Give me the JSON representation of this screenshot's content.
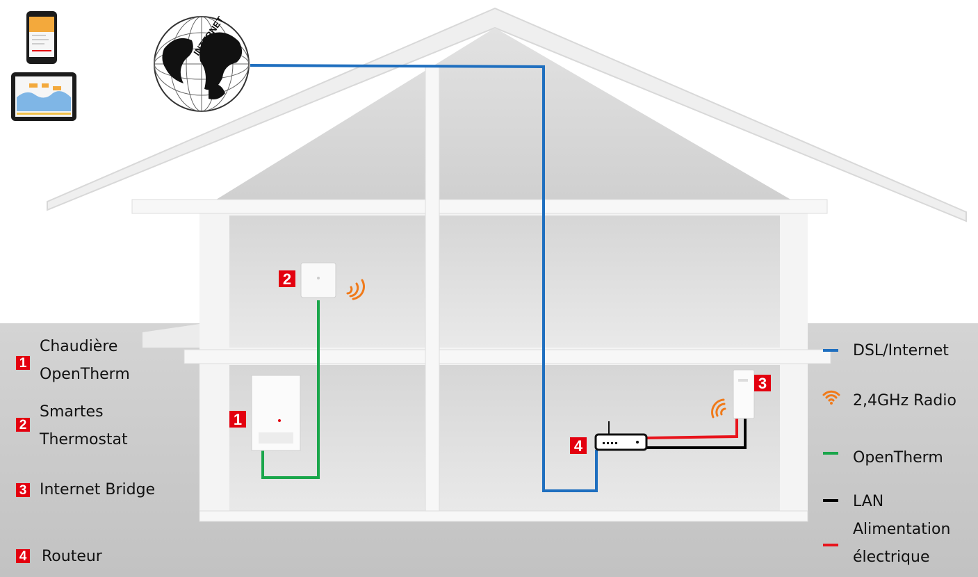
{
  "legend_left": [
    {
      "number": "1",
      "label_line1": "Chaudière",
      "label_line2": "OpenTherm"
    },
    {
      "number": "2",
      "label_line1": "Smartes",
      "label_line2": "Thermostat"
    },
    {
      "number": "3",
      "label_line1": "Internet Bridge"
    },
    {
      "number": "4",
      "label_line1": "Routeur"
    }
  ],
  "legend_right": [
    {
      "label": "DSL/Internet",
      "color": "#1f6fbf",
      "icon": "line-swatch"
    },
    {
      "label": "2,4GHz Radio",
      "color": "#f07a1a",
      "icon": "wifi-icon"
    },
    {
      "label": "OpenTherm",
      "color": "#1aa64b",
      "icon": "line-swatch"
    },
    {
      "label": "LAN",
      "color": "#000000",
      "icon": "line-swatch"
    },
    {
      "label_line1": "Alimentation",
      "label_line2": "électrique",
      "color": "#e8141c",
      "icon": "line-swatch"
    }
  ],
  "markers": {
    "boiler": "1",
    "thermostat": "2",
    "bridge": "3",
    "router": "4"
  },
  "globe_text": "INTERNET",
  "colors": {
    "dsl": "#1f6fbf",
    "radio": "#f07a1a",
    "opentherm": "#1aa64b",
    "lan": "#000000",
    "power": "#e8141c",
    "badge": "#e3000f"
  }
}
